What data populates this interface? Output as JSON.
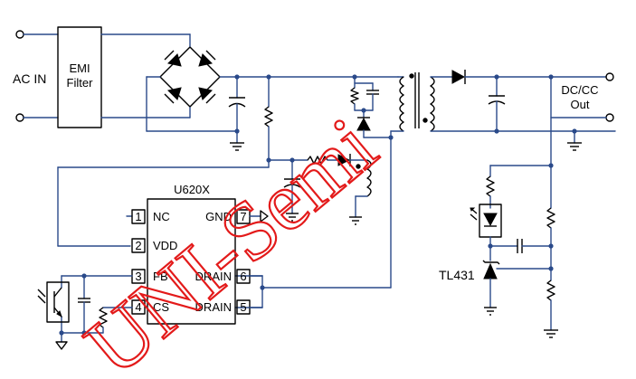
{
  "labels": {
    "ac_in": "AC IN",
    "emi_line1": "EMI",
    "emi_line2": "Filter",
    "dc_out_line1": "DC/CC",
    "dc_out_line2": "Out",
    "chip": "U620X",
    "tl431": "TL431"
  },
  "pins": [
    {
      "num": "1",
      "name": "NC"
    },
    {
      "num": "2",
      "name": "VDD"
    },
    {
      "num": "3",
      "name": "FB"
    },
    {
      "num": "4",
      "name": "CS"
    },
    {
      "num": "5",
      "name": "DRAIN"
    },
    {
      "num": "6",
      "name": "DRAIN"
    },
    {
      "num": "7",
      "name": "GND"
    }
  ],
  "watermark": "UNI-Semi",
  "colors": {
    "wire": "#2a4a8a",
    "component": "#000000",
    "watermark": "#e31a1a"
  }
}
